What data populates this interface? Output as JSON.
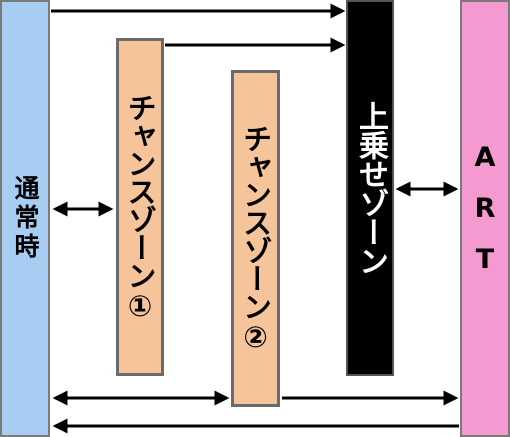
{
  "boxes": {
    "normal": {
      "label": "通常時",
      "color": "#a7cdf2"
    },
    "chance1": {
      "label": "チャンスゾーン①",
      "color": "#f6c49a"
    },
    "chance2": {
      "label": "チャンスゾーン②",
      "color": "#f6c49a"
    },
    "jouse": {
      "label": "上乗せゾーン",
      "color": "#000000"
    },
    "art": {
      "label": "ART",
      "color": "#f59ad0"
    }
  },
  "arrows": [
    {
      "from": "normal",
      "to": "jouse",
      "type": "one-way"
    },
    {
      "from": "chance1",
      "to": "jouse",
      "type": "one-way"
    },
    {
      "from": "normal",
      "to": "chance1",
      "type": "two-way"
    },
    {
      "from": "jouse",
      "to": "art",
      "type": "two-way"
    },
    {
      "from": "normal",
      "to": "chance2",
      "type": "two-way"
    },
    {
      "from": "chance2",
      "to": "art",
      "type": "one-way"
    },
    {
      "from": "art",
      "to": "normal",
      "type": "one-way"
    }
  ]
}
